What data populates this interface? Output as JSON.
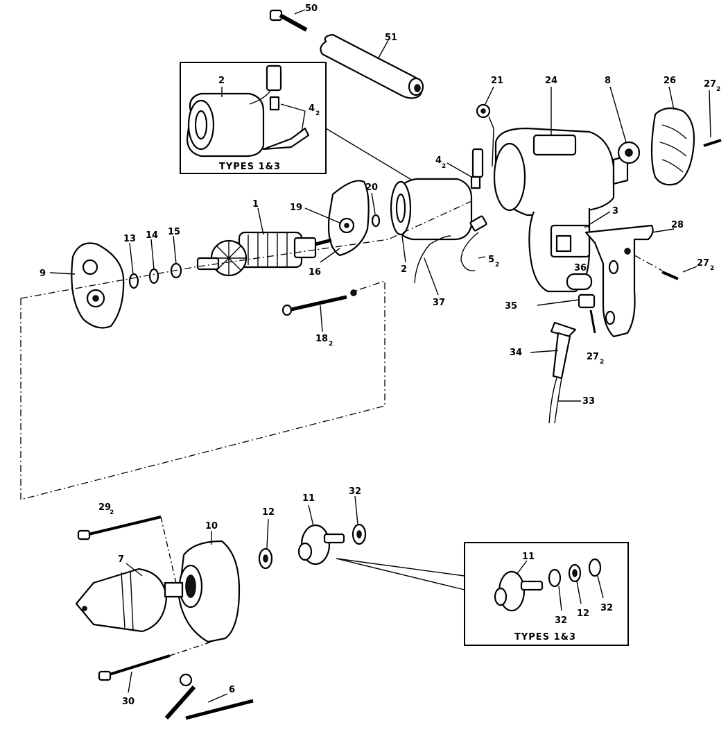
{
  "labels": {
    "p50": "50",
    "p51": "51",
    "p2_box": "2",
    "p4_box": "4",
    "p4_box_sub": "2",
    "types_box_top": "TYPES 1&3",
    "p21": "21",
    "p24": "24",
    "p8": "8",
    "p26": "26",
    "p27_top": "27",
    "p27_top_sub": "2",
    "p4_main": "4",
    "p4_main_sub": "2",
    "p20": "20",
    "p19": "19",
    "p1": "1",
    "p13": "13",
    "p14": "14",
    "p15": "15",
    "p9": "9",
    "p16": "16",
    "p2_main": "2",
    "p5": "5",
    "p5_sub": "2",
    "p3": "3",
    "p28": "28",
    "p27_right": "27",
    "p27_right_sub": "2",
    "p36": "36",
    "p35": "35",
    "p37": "37",
    "p18": "18",
    "p18_sub": "2",
    "p34": "34",
    "p27_lower": "27",
    "p27_lower_sub": "2",
    "p33": "33",
    "p29": "29",
    "p29_sub": "2",
    "p10": "10",
    "p12": "12",
    "p11": "11",
    "p32": "32",
    "p7": "7",
    "p30": "30",
    "p6": "6",
    "p11_box": "11",
    "p32_box_a": "32",
    "p12_box": "12",
    "p32_box_b": "32",
    "types_box_bottom": "TYPES 1&3"
  }
}
